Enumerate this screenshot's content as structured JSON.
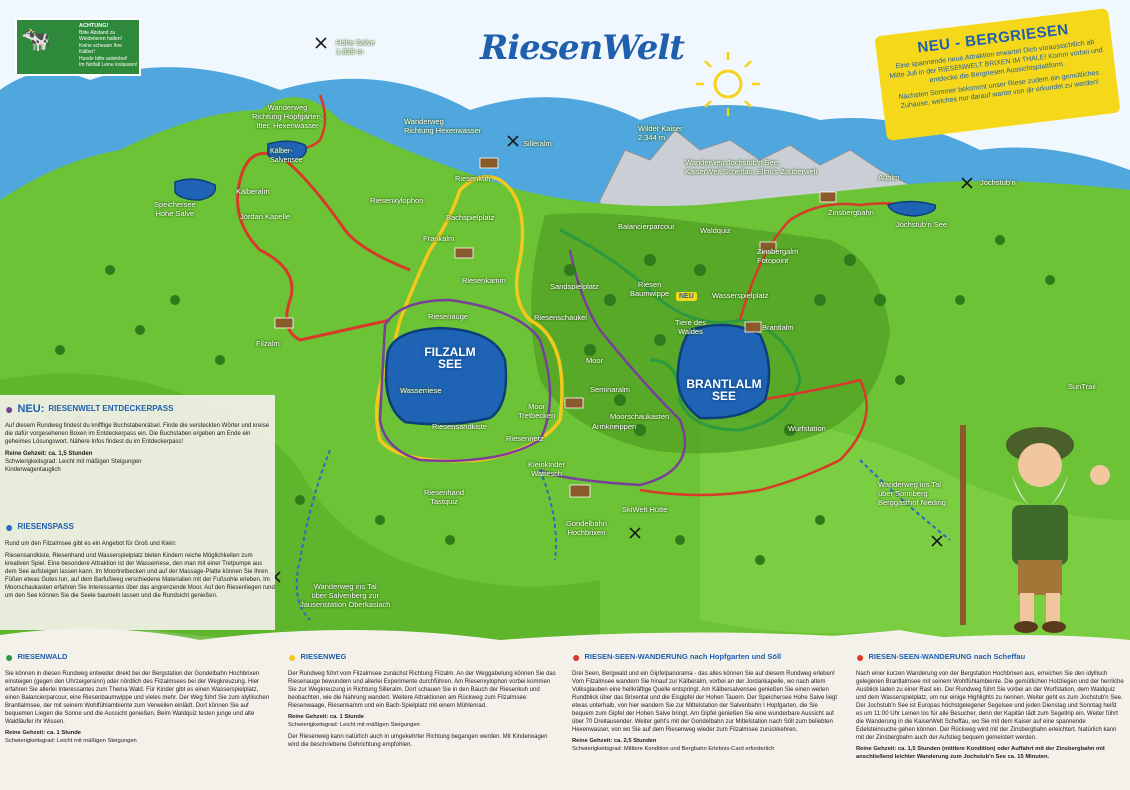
{
  "title": "RiesenWelt",
  "banner": {
    "heading": "NEU - BERGRIESEN",
    "line1": "Eine spannende neue Attraktion erwartet Dich voraussichtlich ab Mitte Juli in der RIESENWELT BRIXEN IM THALE! Komm vorbei und entdecke die Bergriesen Aussichtsplattform.",
    "line2": "Nächsten Sommer bekommt unser Riese zudem ein gemütliches Zuhause, welches nur darauf wartet von dir erkundet zu werden!"
  },
  "warning": {
    "heading": "ACHTUNG!",
    "lines": [
      "Bitte Abstand zu Weidetieren halten!",
      "Keine scheuen Ihre Kälber!",
      "Hunde bitte anleinbei!",
      "Im Notfall Leine loslassen!"
    ]
  },
  "labels": {
    "hohe_salve": "Hohe Salve\n1.829 m",
    "wanderweg_hopfgarten": "Wanderweg\nRichtung Hopfgarten,\nItter, Hexenwasser",
    "kaelber_salvensee": "Kälber-\nSalvensee",
    "wanderweg_hexenwasser": "Wanderweg\nRichtung Hexenwasser",
    "silleralm": "Silleralm",
    "wilder_kaiser": "Wilder Kaiser\n2.344 m",
    "wanderweg_jochstubn": "Wanderweg Jochstub'n See,\nKaiserWelt Scheffau, Ellmi's Zauberwelt",
    "aualm": "Aualm",
    "jochstubn": "Jochstub'n",
    "jochstubn_see": "Jochstub'n See",
    "zinsbergbahn": "Zinsbergbahn",
    "speichersee": "Speichersee\nHohe Salve",
    "kaelberalm": "Kälberalm",
    "jordan_kapelle": "Jordan Kapelle",
    "riesenkuh": "Riesenkuh",
    "riesenxylophon": "Riesenxylophon",
    "bachspielplatz": "Bachspielplatz",
    "frankalm": "Frankalm",
    "riesenkamm": "Riesenkamm",
    "balancierparcour": "Balancierparcour",
    "waldquiz": "Waldquiz",
    "zinsbergalm": "Zinsbergalm\nFotopoint",
    "sandspielplatz": "Sandspielplatz",
    "riesen_baumwippe": "Riesen\nBaumwippe",
    "neu": "NEU",
    "wasserspielplatz": "Wasserspielplatz",
    "tiere_des_waldes": "Tiere des\nWaldes",
    "brantlalm": "Brantlalm",
    "riesenauge": "Riesenauge",
    "riesenschaukel": "Riesenschaukel",
    "filzalm": "Filzalm",
    "wasserriese": "Wasserriese",
    "moor": "Moor",
    "seminaralm": "Seminaralm",
    "moor_tretbecken": "Moor\nTretbecken",
    "moorschaukasten": "Moorschaukasten",
    "armkneippen": "Armkneippen",
    "riesensandkiste": "Riesensandkiste",
    "riesennetz": "Riesennetz",
    "wurfstation": "Wurfstation",
    "kleinkinder_wattesch": "Kleinkinder\nWattesch",
    "riesenhand_tastquiz": "Riesenhand\nTastquiz",
    "skiwelt_huette": "SkiWelt Hütte",
    "gondelbahn_hochbrixen": "Gondelbahn\nHochbrixen",
    "wanderweg_sonnberg": "Wanderweg ins Tal\nüber Sonnberg\nBerggasthof Nieding",
    "suntrail": "SunTrail",
    "wanderweg_salvenberg": "Wanderweg ins Tal\nüber Salvenberg zur\nJausenstation Oberkaslach"
  },
  "lakes": {
    "filzalm": "FILZALM\nSEE",
    "brantlalm": "BRANTLALM\nSEE"
  },
  "sections": {
    "entdeckerpass": {
      "neu": "NEU:",
      "title": "RIESENWELT ENTDECKERPASS",
      "text": "Auf diesem Rundweg findest du knifflige Buchstabenrätsel. Finde die versteckten Wörter und kreise die dafür vorgesehenen Boxen im Entdeckerpass ein. Die Buchstaben ergeben am Ende ein geheimes Lösungswort. Nähere Infos findest du im Entdeckerpass!",
      "time": "Reine Gehzeit: ca. 1,5 Stunden",
      "difficulty": "Schwierigkeitsgrad: Leicht mit mäßigen Steigungen",
      "extra": "Kinderwagentauglich"
    },
    "riesenpass": {
      "title": "RIESENSPASS",
      "intro": "Rund um den Filzalmsee gibt es ein Angebot für Groß und Klein:",
      "text": "Riesensandkiste, Riesenhand und Wasserspielplatz bieten Kindern reiche Möglichkeiten zum kreativen Spiel. Eine besondere Attraktion ist der Wasserriese, den man mit einer Tretpumpe aus dem See aufsteigen lassen kann. Im Moortretbecken und auf der Massage-Platte können Sie Ihren Füßen etwas Gutes tun, auf dem Barfußweg verschiedene Materialien mit der Fußsohle erleben. Im Moorschaukasten erfahren Sie Interessantes über das angrenzende Moor. Auf den Riesenliegen rund um den See können Sie die Seele baumeln lassen und die Rundsicht genießen."
    },
    "riesenwald": {
      "title": "RIESENWALD",
      "text": "Sie können in diesen Rundweg entweder direkt bei der Bergstation der Gondelbahn Hochbrixen einsteigen (gegen den Uhrzeigersinn) oder nördlich des Filzalmsees bei der Wegkreuzung. Hier erfahren Sie allerlei Interessantes zum Thema Wald. Für Kinder gibt es einen Wasserspielplatz, einen Balancierparcour, eine Riesenbaumwippe und vieles mehr. Der Weg führt Sie zum idyllischen Brantlalmsee, der mit seinem Wohlfühlambiente zum Verweilen einlädt. Dort können Sie auf bequemen Liegen die Sonne und die Aussicht genießen. Beim Waldquiz testen junge und alte Waldläufer ihr Wissen.",
      "time": "Reine Gehzeit: ca. 1 Stunde",
      "difficulty": "Schwierigkeitsgrad: Leicht mit mäßigen Steigungen"
    },
    "riesenweg": {
      "title": "RIESENWEG",
      "text": "Der Rundweg führt vom Filzalmsee zunächst Richtung Filzalm. An der Weggabelung können Sie das Riesenauge bewundern und allerlei Experimente durchführen. Am Riesenxylophon vorbei kommen Sie zur Wegkreuzung in Richtung Silleralm. Dort schauen Sie in den Bauch der Riesenkuh und beobachten, wie die Nahrung wandert. Weitere Attraktionen am Rückweg zum Filzalmsee: Riesenwaage, Riesenkamm und ein Bach-Spielplatz mit einem Mühlenrad.",
      "time": "Reine Gehzeit: ca. 1 Stunde",
      "difficulty": "Schwierigkeitsgrad: Leicht mit mäßigen Steigungen",
      "note": "Der Riesenweg kann natürlich auch in umgekehrter Richtung begangen werden. Mit Kinderwagen wird die beschriebene Gehrichtung empfohlen."
    },
    "hopfgarten": {
      "title": "RIESEN-SEEN-WANDERUNG nach Hopfgarten und Söll",
      "text": "Drei Seen, Bergwald und ein Gipfelpanorama - das alles können Sie auf diesem Rundweg erleben! Vom Filzalmsee wandern Sie hinauf zur Kälberalm, vorbei an der Jordankapelle, wo nach altem Volksglauben eine heilkräftige Quelle entspringt. Am Kälbersalvensee genießen Sie einen weiten Rundblick über das Brixental und die Eisgipfel der Hohen Tauern. Der Speichersee Hohe Salve liegt etwas unterhalb, von hier wandern Sie zur Mittelstation der Salvenbahn I Hopfgarten, die Sie bequem zum Gipfel der Hohen Salve bringt. Am Gipfel genießen Sie eine wunderbare Aussicht auf über 70 Dreitausender. Weiter geht's mit der Gondelbahn zur Mittelstation nach Söll zum beliebten Hexenwasser, von wo Sie auf dem Riesenweg wieder zum Filzalmsee zurückkehren.",
      "time": "Reine Gehzeit: ca. 2,5 Stunden",
      "difficulty": "Schwierigkeitsgrad: Mittlere Kondition und Bergbahn Erlebnis-Card erforderlich"
    },
    "scheffau": {
      "title": "RIESEN-SEEN-WANDERUNG nach Scheffau",
      "text": "Nach einer kurzen Wanderung von der Bergstation Hochbrixen aus, erreichen Sie den idyllisch gelegenen Brantlalmsee mit seinem Wohlfühlambiente. Die gemütlichen Holzliegen und der herrliche Ausblick laden zu einer Rast ein. Der Rundweg führt Sie vorbei an der Wurfstation, dem Waldquiz und dem Wasserspielplatz, um nur einige Highlights zu nennen. Weiter geht es zum Jochstub'n See. Der Jochstub'n See ist Europas höchstgelegener Segelsee und jeden Dienstag und Sonntag heißt es um 11:00 Uhr Leinen los für alle Besucher, denn der Kapitän lädt zum Segeltrip ein. Weiter führt die Wanderung in die KaiserWelt Scheffau, wo Sie mit dem Kaiser auf eine spannende Edelsteinsuche gehen können. Der Rückweg wird mit der Zinsbergbahn erleichtert. Natürlich kann mit der Zinsbergbahn auch der Aufstieg bequem gemeistert werden.",
      "time": "Reine Gehzeit: ca. 1,5 Stunden (mittlere Kondition) oder Auffahrt mit der Zinsbergbahn mit anschließend leichter Wanderung zum Jochstub'n See ca. 15 Minuten."
    }
  },
  "colors": {
    "sky": "#4fa7dd",
    "meadow": "#6cc335",
    "meadow_dark": "#4e9e22",
    "lake": "#1f63b4",
    "route_red": "#d83a2a",
    "route_yellow": "#f2c81d",
    "route_purple": "#7a3f9a",
    "route_green": "#2e9a3f",
    "route_blue": "#2a6bc4",
    "title_blue": "#1f5fae",
    "banner_yellow": "#f6d81b"
  }
}
